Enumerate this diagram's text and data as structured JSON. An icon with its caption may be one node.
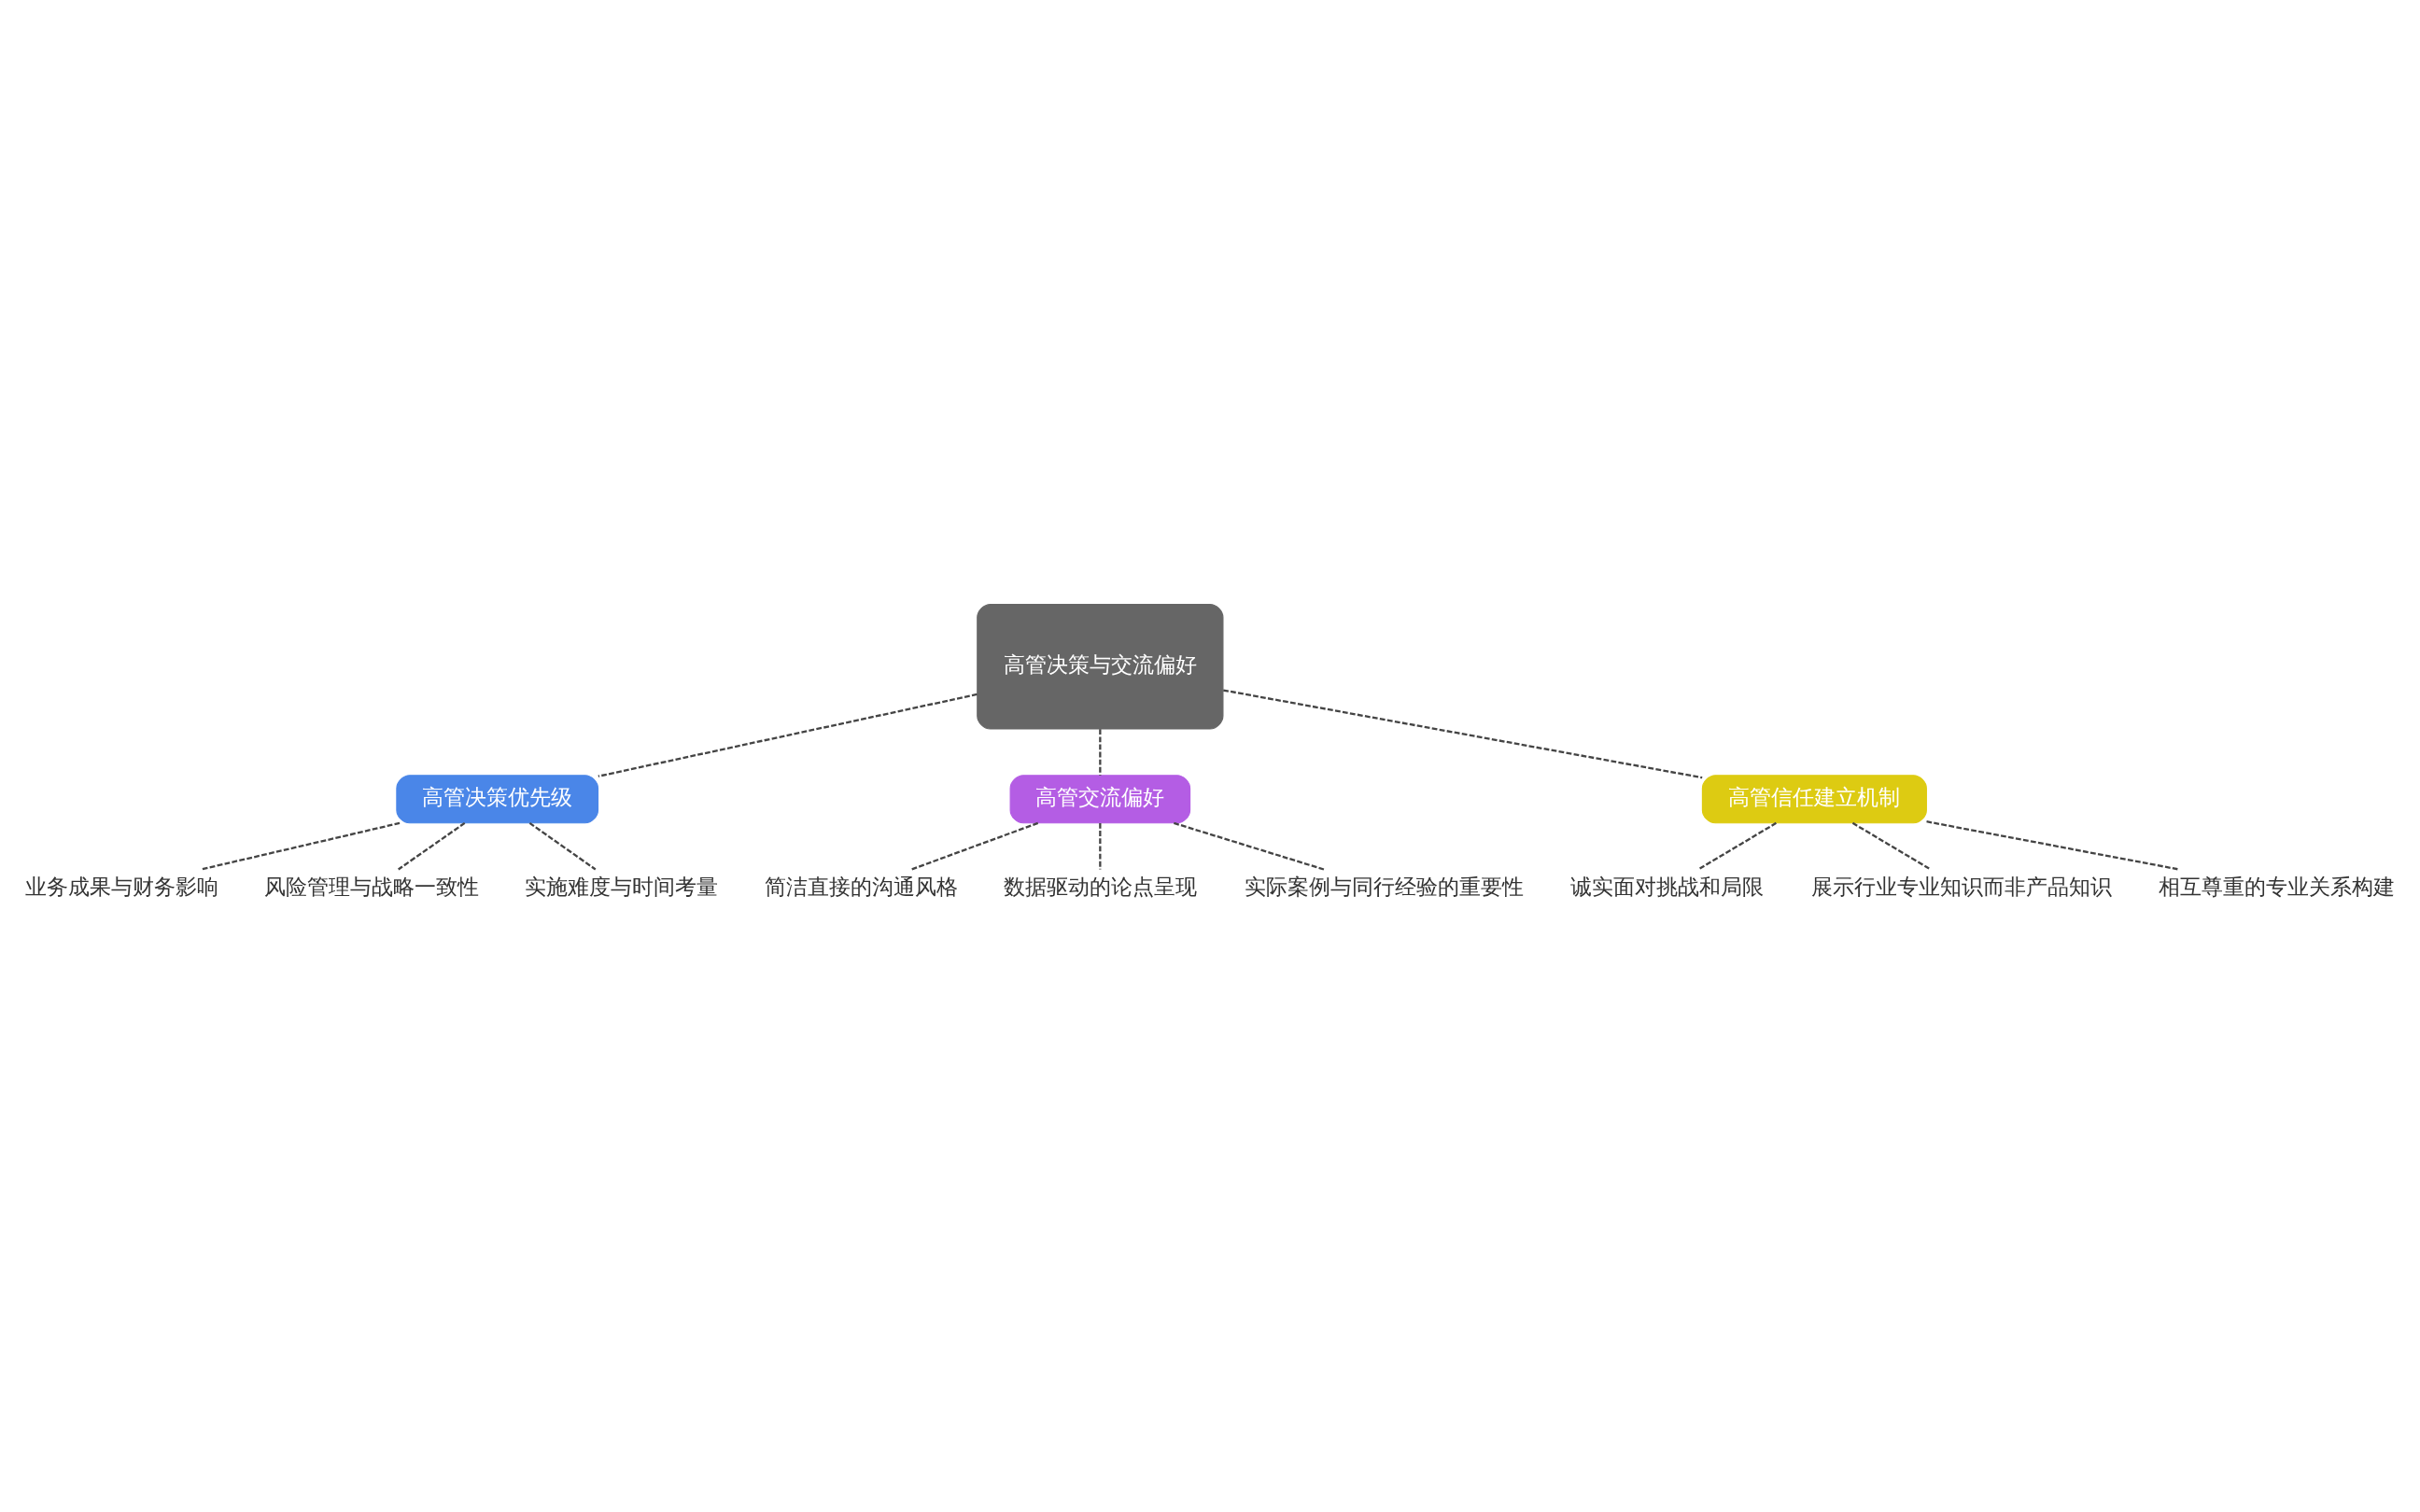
{
  "diagram": {
    "nodes": [
      {
        "text": [
          "高管决策与交流偏好"
        ]
      },
      {
        "text": [
          "高管决策优先级"
        ]
      },
      {
        "text": [
          "业务成果与财务影响"
        ]
      },
      {
        "text": [
          "风险管理与战略一致性"
        ]
      },
      {
        "text": [
          "实施难度与时间考量"
        ]
      },
      {
        "text": [
          "高管交流偏好"
        ]
      },
      {
        "text": [
          "简洁直接的沟通风格"
        ]
      },
      {
        "text": [
          "数据驱动的论点呈现"
        ]
      },
      {
        "text": [
          "实际案例与同行经验的重要性"
        ]
      },
      {
        "text": [
          "高管信任建立机制"
        ]
      },
      {
        "text": [
          "诚实面对挑战和局限"
        ]
      },
      {
        "text": [
          "展示行业专业知识而非产品知识"
        ]
      },
      {
        "text": [
          "相互尊重的专业关系构建"
        ]
      }
    ],
    "edges": [
      {
        "from": 0,
        "to": 1,
        "arrow": "none",
        "style": "dashed"
      },
      {
        "from": 0,
        "to": 5,
        "arrow": "none",
        "style": "dashed"
      },
      {
        "from": 0,
        "to": 9,
        "arrow": "none",
        "style": "dashed"
      },
      {
        "from": 1,
        "to": 2,
        "arrow": "none",
        "style": "dashed"
      },
      {
        "from": 1,
        "to": 3,
        "arrow": "none",
        "style": "dashed"
      },
      {
        "from": 1,
        "to": 4,
        "arrow": "none",
        "style": "dashed"
      },
      {
        "from": 5,
        "to": 6,
        "arrow": "none",
        "style": "dashed"
      },
      {
        "from": 5,
        "to": 7,
        "arrow": "none",
        "style": "dashed"
      },
      {
        "from": 5,
        "to": 8,
        "arrow": "none",
        "style": "dashed"
      },
      {
        "from": 9,
        "to": 10,
        "arrow": "none",
        "style": "dashed"
      },
      {
        "from": 9,
        "to": 11,
        "arrow": "none",
        "style": "dashed"
      },
      {
        "from": 9,
        "to": 12,
        "arrow": "none",
        "style": "dashed"
      }
    ]
  }
}
